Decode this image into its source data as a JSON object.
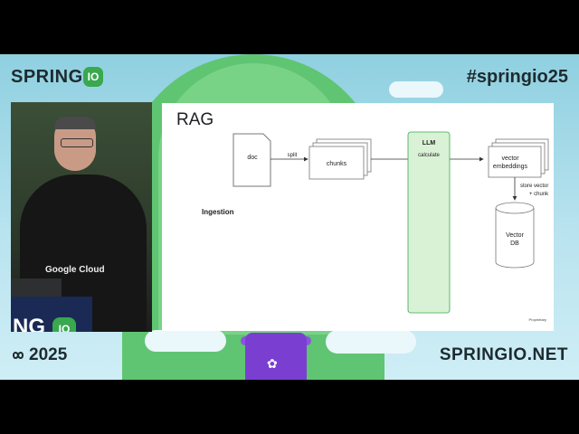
{
  "event": {
    "brand": "SPRING",
    "brand_badge": "IO",
    "hashtag": "#springio25",
    "year": "2025",
    "site": "SPRINGIO.NET",
    "accent_color": "#39a84f"
  },
  "speaker_video": {
    "shirt_text": "Google Cloud",
    "podium_text": "NG",
    "podium_badge": "IO"
  },
  "slide": {
    "title": "RAG",
    "section_label": "Ingestion",
    "footer_label": "Proprietary",
    "diagram": {
      "nodes": {
        "doc": "doc",
        "chunks": "chunks",
        "llm": "LLM",
        "llm_action": "calculate",
        "vectors_line1": "vector",
        "vectors_line2": "embeddings",
        "db_line1": "Vector",
        "db_line2": "DB"
      },
      "edges": {
        "split": "split",
        "store_line1": "store vector",
        "store_line2": "+ chunk"
      },
      "llm_fill": "#d9f2d5",
      "llm_stroke": "#39a84f"
    }
  }
}
